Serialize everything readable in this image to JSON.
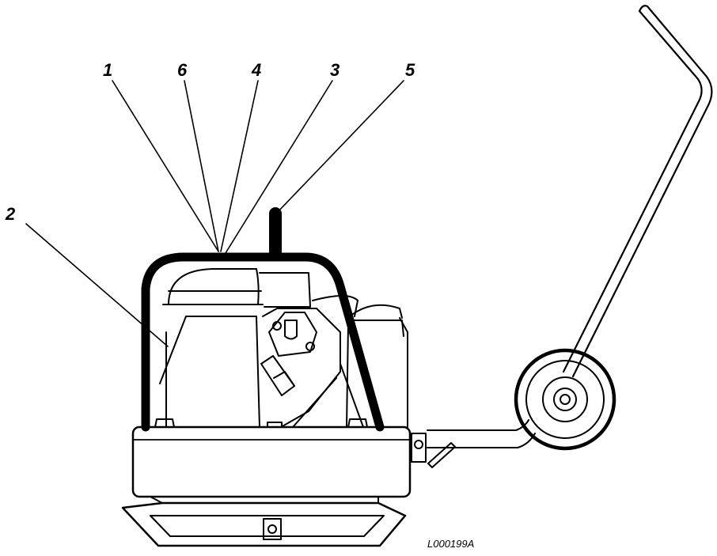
{
  "callouts": {
    "c1": "1",
    "c6": "6",
    "c4": "4",
    "c3": "3",
    "c5": "5",
    "c2": "2"
  },
  "figure_id": "L000199A",
  "colors": {
    "ink": "#000000",
    "paper": "#ffffff"
  }
}
